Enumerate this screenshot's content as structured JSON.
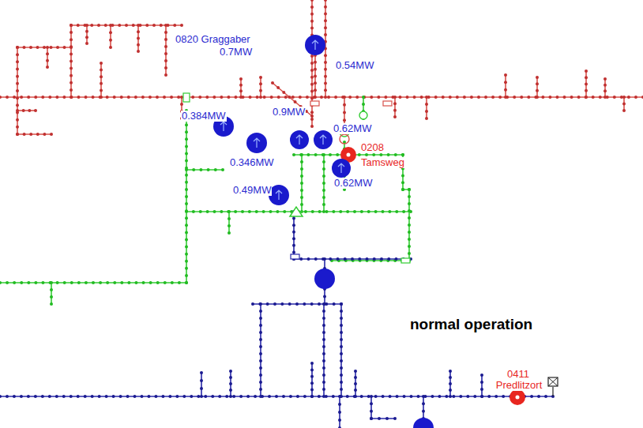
{
  "diagram": {
    "nodes": [
      {
        "text": [
          "0.54MW"
        ]
      },
      {
        "text": [
          "0.384MW"
        ]
      },
      {
        "text": [
          "0.9MW"
        ]
      },
      {
        "text": [
          "0.62MW"
        ]
      },
      {
        "text": [
          "0.346MW"
        ]
      },
      {
        "text": [
          "0208",
          "Tamsweg"
        ]
      },
      {
        "text": [
          "0.62MW"
        ]
      },
      {
        "text": [
          "0.49MW"
        ]
      },
      {
        "text": [
          "0411",
          "Predlitzort"
        ]
      }
    ],
    "labels": [
      "0820 Graggaber",
      "0.7MW",
      "normal operation"
    ]
  }
}
